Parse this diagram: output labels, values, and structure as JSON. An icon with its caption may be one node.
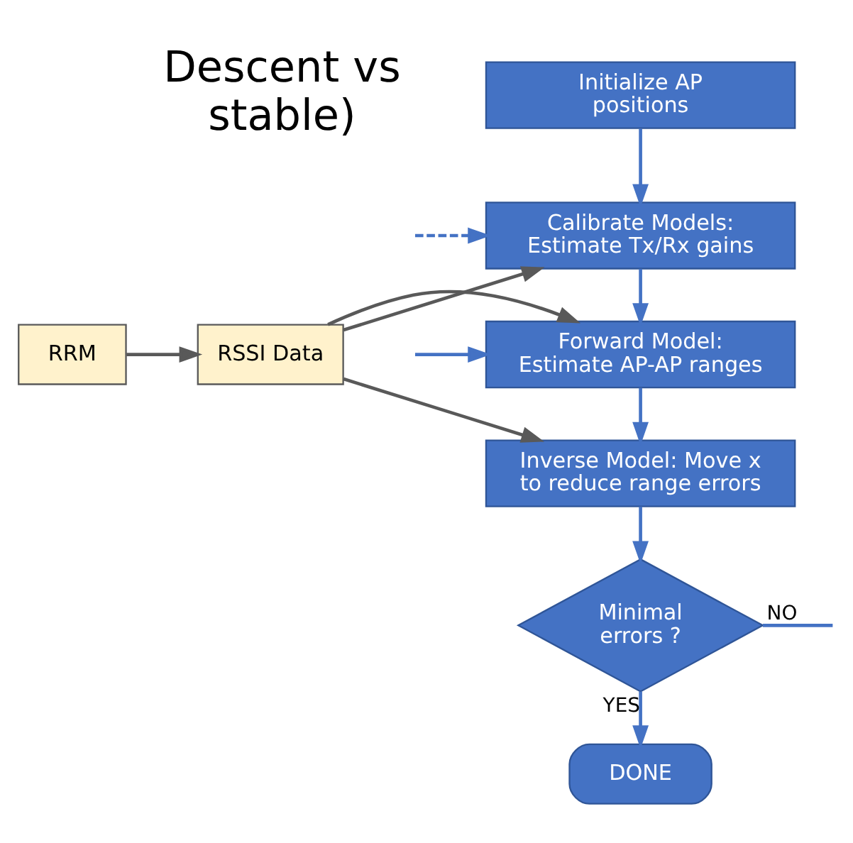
{
  "diagram": {
    "nodes": [
      {
        "text": [
          "Initialize AP positions"
        ]
      },
      {
        "text": [
          "Calibrate Models: Estimate Tx/Rx gains"
        ]
      },
      {
        "text": [
          "Forward Model: Estimate AP-AP ranges"
        ]
      },
      {
        "text": [
          "Inverse Model: Move x to reduce range errors"
        ]
      },
      {
        "text": [
          "Minimal errors ?"
        ]
      },
      {
        "text": [
          "DONE"
        ]
      },
      {
        "text": [
          "RRM"
        ]
      },
      {
        "text": [
          "RSSI Data"
        ]
      }
    ],
    "edges": [
      {
        "from": 0,
        "to": 1,
        "arrow": "to"
      },
      {
        "from": 1,
        "to": 2,
        "arrow": "to"
      },
      {
        "from": 2,
        "to": 3,
        "arrow": "to"
      },
      {
        "from": 3,
        "to": 4,
        "arrow": "to"
      },
      {
        "from": 4,
        "to": 5,
        "arrow": "to",
        "label": "YES"
      },
      {
        "from": 4,
        "to": null,
        "arrow": "none",
        "label": "NO"
      },
      {
        "from": null,
        "to": 1,
        "arrow": "to",
        "style": "dashed"
      },
      {
        "from": null,
        "to": 2,
        "arrow": "to"
      },
      {
        "from": 6,
        "to": 7,
        "arrow": "to",
        "color": "#595959"
      },
      {
        "from": 7,
        "to": 1,
        "arrow": "to",
        "color": "#595959"
      },
      {
        "from": 7,
        "to": 2,
        "arrow": "to",
        "color": "#595959"
      },
      {
        "from": 7,
        "to": 3,
        "arrow": "to",
        "color": "#595959"
      }
    ],
    "labels": [
      "Descent vs",
      "stable)"
    ]
  }
}
